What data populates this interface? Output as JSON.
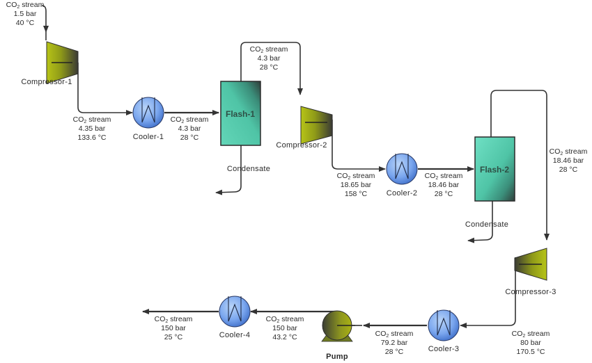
{
  "diagram": {
    "type": "process-flow-diagram",
    "subject": "CO2 compression train",
    "colors": {
      "line": "#333333",
      "compressor_light": "#b7c417",
      "compressor_dark": "#3a3a35",
      "cooler_light": "#a9c8f4",
      "cooler_dark": "#3f6fc9",
      "flash_light": "#6fe0c4",
      "flash_dark": "#2f3e3a",
      "pump_light": "#a7b012",
      "pump_dark": "#3a3d33"
    },
    "equipment": {
      "compressor1": "Compressor-1",
      "compressor2": "Compressor-2",
      "compressor3": "Compressor-3",
      "cooler1": "Cooler-1",
      "cooler2": "Cooler-2",
      "cooler3": "Cooler-3",
      "cooler4": "Cooler-4",
      "flash1": "Flash-1",
      "flash2": "Flash-2",
      "pump": "Pump"
    },
    "condensate_label": "Condensate",
    "streams": [
      {
        "id": "s1",
        "name": "CO₂ stream",
        "pressure": "1.5 bar",
        "temperature": "40 °C"
      },
      {
        "id": "s2",
        "name": "CO₂ stream",
        "pressure": "4.35 bar",
        "temperature": "133.6 °C"
      },
      {
        "id": "s3",
        "name": "CO₂ stream",
        "pressure": "4.3 bar",
        "temperature": "28 °C"
      },
      {
        "id": "s4",
        "name": "CO₂ stream",
        "pressure": "4.3 bar",
        "temperature": "28 °C"
      },
      {
        "id": "s5",
        "name": "CO₂ stream",
        "pressure": "18.65 bar",
        "temperature": "158 °C"
      },
      {
        "id": "s6",
        "name": "CO₂ stream",
        "pressure": "18.46 bar",
        "temperature": "28 °C"
      },
      {
        "id": "s7",
        "name": "CO₂ stream",
        "pressure": "18.46 bar",
        "temperature": "28 °C"
      },
      {
        "id": "s8",
        "name": "CO₂ stream",
        "pressure": "80 bar",
        "temperature": "170.5 °C"
      },
      {
        "id": "s9",
        "name": "CO₂ stream",
        "pressure": "79.2 bar",
        "temperature": "28 °C"
      },
      {
        "id": "s10",
        "name": "CO₂ stream",
        "pressure": "150 bar",
        "temperature": "43.2 °C"
      },
      {
        "id": "s11",
        "name": "CO₂ stream",
        "pressure": "150 bar",
        "temperature": "25 °C"
      }
    ]
  }
}
